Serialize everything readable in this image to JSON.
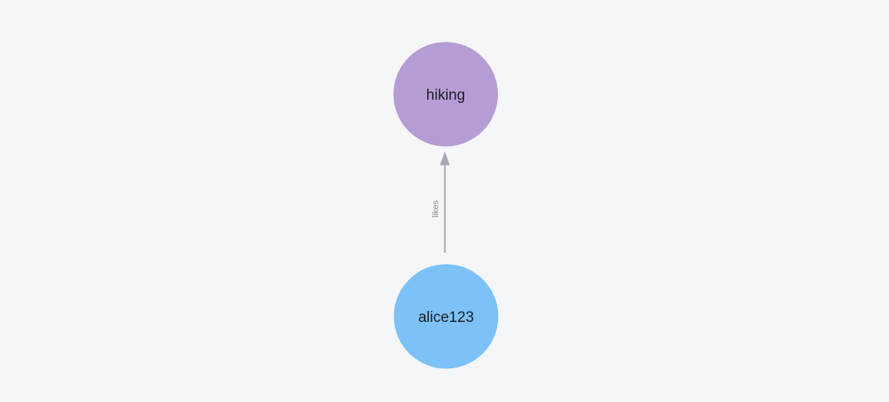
{
  "canvas": {
    "background": "#f5f6f7"
  },
  "graph": {
    "nodes": [
      {
        "id": "hiking",
        "label": "hiking",
        "color": "#b69cd4",
        "label_color": "#1d1d1f"
      },
      {
        "id": "alice123",
        "label": "alice123",
        "color": "#7cc1f8",
        "label_color": "#1d1d1f"
      }
    ],
    "edges": [
      {
        "from": "alice123",
        "to": "hiking",
        "label": "likes",
        "color": "#a6a9b3",
        "label_color": "#8a8a8a"
      }
    ]
  }
}
